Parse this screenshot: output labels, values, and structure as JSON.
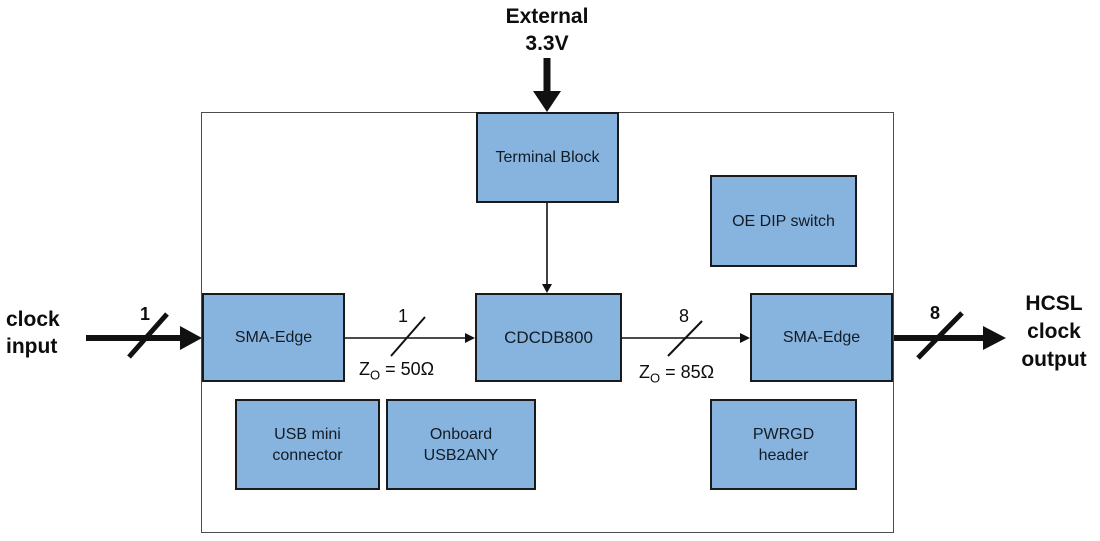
{
  "diagram": {
    "external_supply_label": "External\n3.3V",
    "clock_input_label": "clock\ninput",
    "clock_output_label": "HCSL\nclock\noutput",
    "boxes": {
      "terminal_block": "Terminal Block",
      "oe_dip_switch": "OE DIP switch",
      "sma_edge_left": "SMA-Edge",
      "cdcdb800": "CDCDB800",
      "sma_edge_right": "SMA-Edge",
      "usb_mini": "USB mini\nconnector",
      "usb2any": "Onboard\nUSB2ANY",
      "pwrgd_header": "PWRGD\nheader"
    },
    "bus_labels": {
      "input": "1",
      "mid_left": "1",
      "mid_right": "8",
      "output": "8"
    },
    "impedance": {
      "left": {
        "base": "Z",
        "sub": "O",
        "value": " = 50Ω"
      },
      "right": {
        "base": "Z",
        "sub": "O",
        "value": " = 85Ω"
      }
    },
    "colors": {
      "box_fill": "#87b4df",
      "box_border": "#1a1a1a",
      "line": "#111111"
    }
  }
}
